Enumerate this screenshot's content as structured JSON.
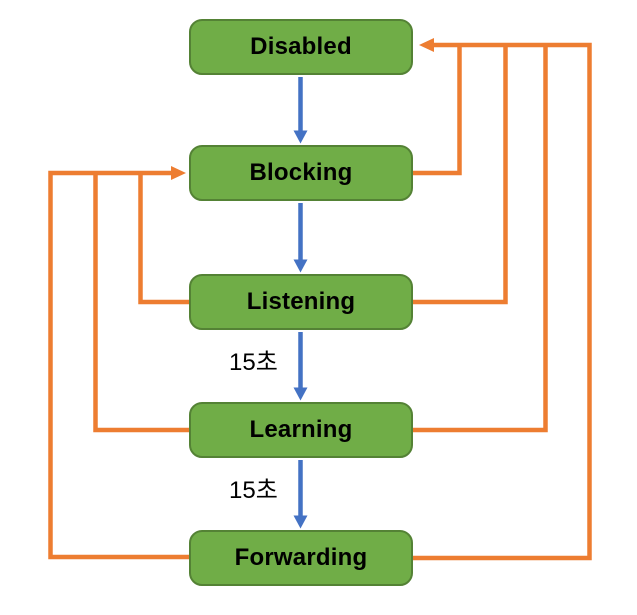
{
  "diagram": {
    "type": "state-transition",
    "states": [
      "Disabled",
      "Blocking",
      "Listening",
      "Learning",
      "Forwarding"
    ],
    "timer_labels": [
      "15초",
      "15초"
    ],
    "transitions": {
      "forward": [
        {
          "from": "Disabled",
          "to": "Blocking",
          "label": ""
        },
        {
          "from": "Blocking",
          "to": "Listening",
          "label": ""
        },
        {
          "from": "Listening",
          "to": "Learning",
          "label": "15초"
        },
        {
          "from": "Learning",
          "to": "Forwarding",
          "label": "15초"
        }
      ],
      "back_to_disabled": [
        {
          "from": "Blocking",
          "to": "Disabled"
        },
        {
          "from": "Listening",
          "to": "Disabled"
        },
        {
          "from": "Learning",
          "to": "Disabled"
        },
        {
          "from": "Forwarding",
          "to": "Disabled"
        }
      ],
      "back_to_blocking": [
        {
          "from": "Listening",
          "to": "Blocking"
        },
        {
          "from": "Learning",
          "to": "Blocking"
        },
        {
          "from": "Forwarding",
          "to": "Blocking"
        }
      ]
    }
  },
  "colors": {
    "box_fill": "#70AD47",
    "box_border": "#548235",
    "forward_arrow": "#4472C4",
    "back_arrow": "#ED7D31",
    "text": "#000000",
    "background": "#FFFFFF"
  }
}
